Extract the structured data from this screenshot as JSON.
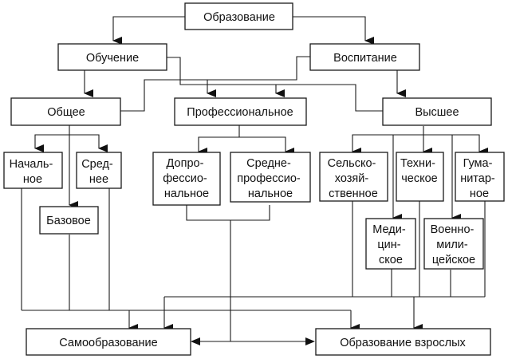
{
  "diagram": {
    "type": "hierarchy",
    "nodes": {
      "root": [
        "Образование"
      ],
      "learning": [
        "Обучение"
      ],
      "upbringing": [
        "Воспитание"
      ],
      "general": [
        "Общее"
      ],
      "professional": [
        "Профессиональное"
      ],
      "higher": [
        "Высшее"
      ],
      "primary": [
        "Началь-",
        "ное"
      ],
      "basic": [
        "Базовое"
      ],
      "secondary": [
        "Сред-",
        "нее"
      ],
      "preprof": [
        "Допро-",
        "фессио-",
        "нальное"
      ],
      "midprof": [
        "Средне-",
        "профессио-",
        "нальное"
      ],
      "agri": [
        "Сельско-",
        "хозяй-",
        "ственное"
      ],
      "medical": [
        "Меди-",
        "цин-",
        "ское"
      ],
      "technical": [
        "Техни-",
        "ческое"
      ],
      "military": [
        "Военно-",
        "мили-",
        "цейское"
      ],
      "humanities": [
        "Гума-",
        "нитар-",
        "ное"
      ],
      "selfedu": [
        "Самообразование"
      ],
      "adultedu": [
        "Образование взрослых"
      ]
    },
    "edges": [
      [
        "root",
        "learning"
      ],
      [
        "root",
        "upbringing"
      ],
      [
        "learning",
        "general"
      ],
      [
        "learning",
        "professional"
      ],
      [
        "learning",
        "higher"
      ],
      [
        "upbringing",
        "general"
      ],
      [
        "upbringing",
        "professional"
      ],
      [
        "upbringing",
        "higher"
      ],
      [
        "general",
        "primary"
      ],
      [
        "general",
        "basic"
      ],
      [
        "general",
        "secondary"
      ],
      [
        "professional",
        "preprof"
      ],
      [
        "professional",
        "midprof"
      ],
      [
        "higher",
        "agri"
      ],
      [
        "higher",
        "medical"
      ],
      [
        "higher",
        "technical"
      ],
      [
        "higher",
        "military"
      ],
      [
        "higher",
        "humanities"
      ],
      [
        "general-levels",
        "selfedu"
      ],
      [
        "general-levels",
        "adultedu"
      ],
      [
        "higher-branches",
        "selfedu"
      ],
      [
        "higher-branches",
        "adultedu"
      ],
      [
        "professional-levels",
        "selfedu"
      ],
      [
        "professional-levels",
        "adultedu"
      ]
    ]
  }
}
